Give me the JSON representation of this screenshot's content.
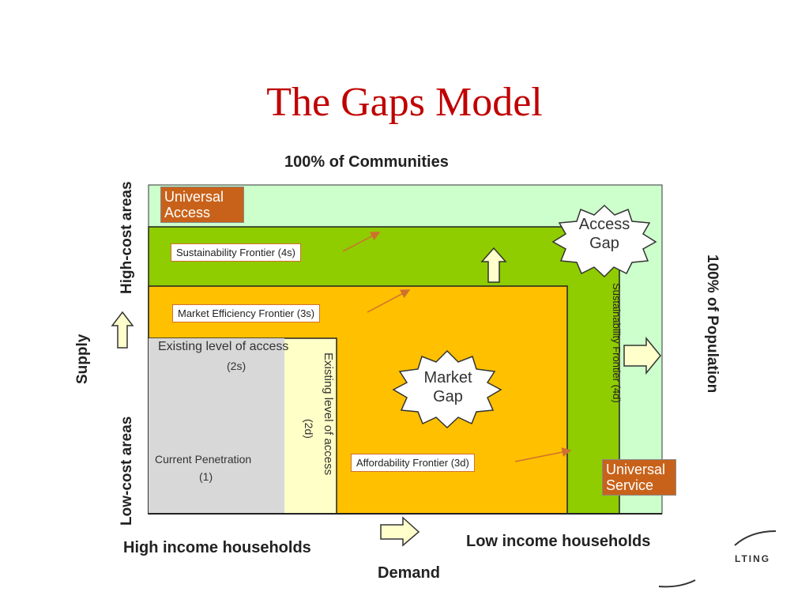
{
  "title": "The Gaps Model",
  "axes": {
    "top": "100% of Communities",
    "right": "100% of Population",
    "left_top": "High-cost areas",
    "left_bottom": "Low-cost areas",
    "left_axis": "Supply",
    "bottom_left": "High income households",
    "bottom_right": "Low income households",
    "bottom_axis": "Demand"
  },
  "regions": {
    "universal_access": "Universal Access",
    "universal_service": "Universal Service",
    "access_gap": "Access Gap",
    "market_gap": "Market Gap",
    "existing_access_s_title": "Existing level of access",
    "existing_access_s_code": "(2s)",
    "existing_access_d": "Existing level of access",
    "existing_access_d_code": "(2d)",
    "current_penetration": "Current Penetration",
    "current_penetration_code": "(1)"
  },
  "frontiers": {
    "sustainability_s": "Sustainability Frontier (4s)",
    "market_efficiency_s": "Market Efficiency Frontier (3s)",
    "affordability_d": "Affordability Frontier (3d)",
    "sustainability_d": "Sustainability Frontier (4d)"
  },
  "logo_fragment": "LTING",
  "colors": {
    "title": "#c00000",
    "light_green": "#ccffcc",
    "green": "#8fcc00",
    "gold": "#ffc000",
    "cream": "#ffffc8",
    "grey": "#d8d8d8",
    "orange": "#c8621a",
    "arrow": "#d07030"
  }
}
